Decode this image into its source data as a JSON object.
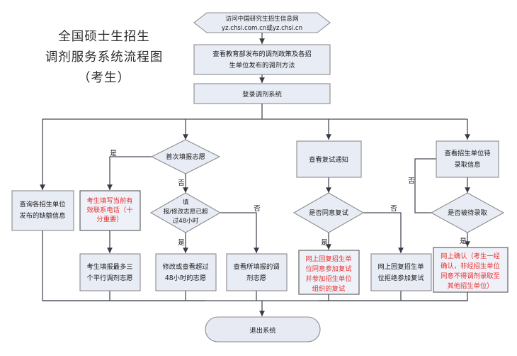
{
  "title": {
    "line1": "全国硕士生招生",
    "line2": "调剂服务系统流程图",
    "line3": "（考生）"
  },
  "colors": {
    "node_fill": "#e8ecf5",
    "node_stroke": "#8b8b8b",
    "edge": "#4b4b57",
    "text": "#1b1b1b",
    "accent_red": "#e8302f"
  },
  "nodes": {
    "visit_site": {
      "shape": "hexagon",
      "line1": "访问中国研究生招生信息网",
      "line2": "yz.chsi.com.cn或yz.chsi.cn"
    },
    "view_policy": {
      "shape": "rect",
      "line1": "查看教育部发布的调剂政策及各招",
      "line2": "生单位发布的调剂方法"
    },
    "login": {
      "shape": "rect",
      "line1": "登录调剂系统"
    },
    "first_fill": {
      "shape": "diamond",
      "line1": "首次填报志愿"
    },
    "check_retest_notice": {
      "shape": "rect",
      "line1": "查看复试通知"
    },
    "check_pending_admit": {
      "shape": "rect",
      "line1": "查看招生单位待",
      "line2": "录取信息"
    },
    "query_vacancy": {
      "shape": "rect",
      "line1": "查询各招生单位",
      "line2": "发布的缺额信息"
    },
    "fill_phone": {
      "shape": "rect",
      "red": true,
      "line1": "考生填写当前有",
      "line2": "效联系电话（十",
      "line3": "分重要）"
    },
    "over48": {
      "shape": "diamond",
      "line1": "填",
      "line2": "报/修改志愿已超",
      "line3": "过48小时"
    },
    "agree_retest": {
      "shape": "diamond",
      "line1": "是否同意复试"
    },
    "is_pending_admit": {
      "shape": "diamond",
      "line1": "是否被待录取"
    },
    "fill_three": {
      "shape": "rect",
      "line1": "考生填报最多三",
      "line2": "个平行调剂志愿"
    },
    "modify_over48": {
      "shape": "rect",
      "line1": "修改或查看超过",
      "line2": "48小时的志愿"
    },
    "view_filled": {
      "shape": "rect",
      "line1": "查看所填报的调",
      "line2": "剂志愿"
    },
    "reply_agree": {
      "shape": "rect",
      "red": true,
      "line1": "网上回复招生单",
      "line2": "位同意参加复试",
      "line3": "并参加招生单位",
      "line4": "组织的复试"
    },
    "reply_refuse": {
      "shape": "rect",
      "line1": "网上回复招生单",
      "line2": "位拒绝参加复试"
    },
    "online_confirm": {
      "shape": "rect",
      "red": true,
      "line1": "网上确认（考生一经",
      "line2": "确认，非经招生单位",
      "line3": "同意不得调剂录取至",
      "line4": "其他招生单位）"
    },
    "exit": {
      "shape": "terminator",
      "line1": "退出系统"
    }
  },
  "edge_labels": {
    "first_fill_yes": "是",
    "first_fill_no": "否",
    "over48_yes": "是",
    "over48_no": "否",
    "agree_retest_yes": "是",
    "agree_retest_no": "否",
    "pending_admit_yes": "是",
    "pending_admit_no": "否"
  }
}
